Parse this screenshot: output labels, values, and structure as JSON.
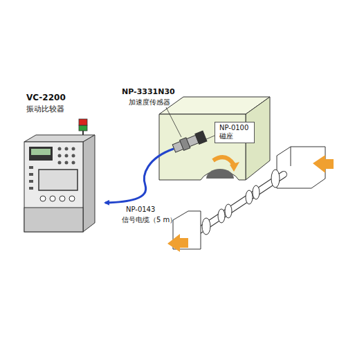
{
  "diagram": {
    "nodes": [
      {
        "text": [
          "VC-2200",
          "振动比较器"
        ]
      },
      {
        "text": [
          "NP-0100",
          "磁座"
        ]
      }
    ],
    "labels": [
      "NP-3331N30",
      "加速度传感器",
      "NP-0143",
      "信号电缆（5 m）"
    ]
  }
}
